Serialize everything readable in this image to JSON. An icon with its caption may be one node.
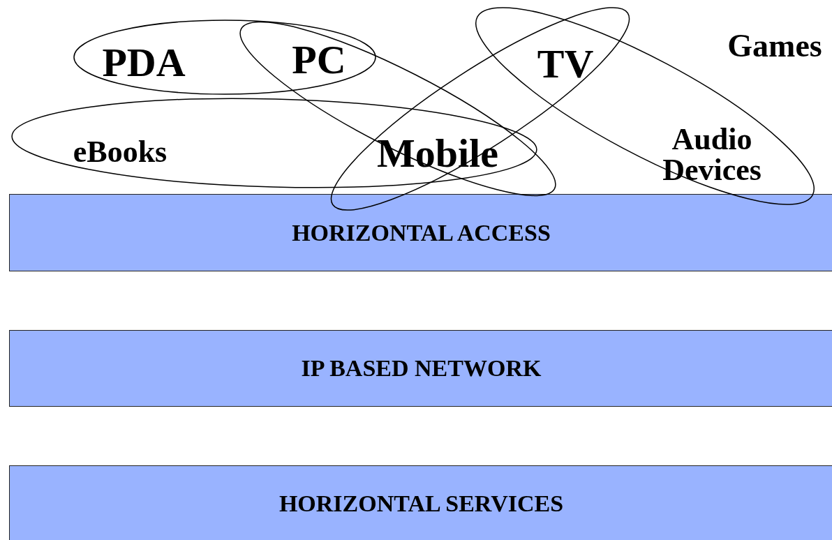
{
  "diagram": {
    "nodes": [
      {
        "text": [],
        "shape": "ellipse"
      },
      {
        "text": [],
        "shape": "ellipse"
      },
      {
        "text": [],
        "shape": "ellipse"
      },
      {
        "text": [],
        "shape": "ellipse"
      },
      {
        "text": [],
        "shape": "ellipse"
      },
      {
        "text": [
          "HORIZONTAL ACCESS"
        ]
      },
      {
        "text": [
          "IP BASED NETWORK"
        ]
      },
      {
        "text": [
          "HORIZONTAL SERVICES"
        ]
      }
    ],
    "edges": [],
    "labels": [
      "PDA",
      "PC",
      "TV",
      "Games",
      "eBooks",
      "Mobile",
      "Audio Devices"
    ]
  }
}
